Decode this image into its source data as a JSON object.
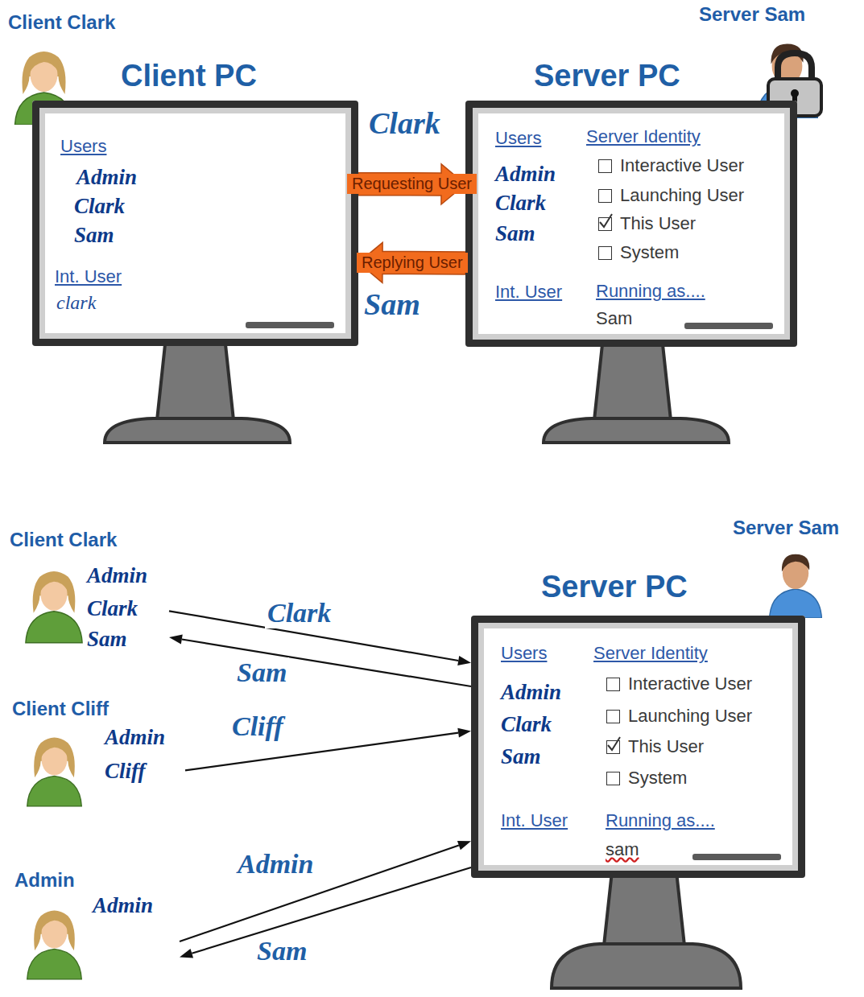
{
  "diagram": {
    "nodes": [
      {
        "text": [
          "Client PC",
          "Users",
          "Admin",
          "Clark",
          "Sam",
          "Int. User",
          "clark"
        ]
      },
      {
        "text": [
          "Server PC",
          "Users",
          "Admin",
          "Clark",
          "Sam",
          "Server Identity",
          "Interactive User",
          "Launching User",
          "This User",
          "System",
          "Int. User",
          "Running as....",
          "Sam"
        ]
      },
      {
        "text": [
          "Client Clark",
          "Admin",
          "Clark",
          "Sam"
        ]
      },
      {
        "text": [
          "Client Cliff",
          "Admin",
          "Cliff"
        ]
      },
      {
        "text": [
          "Admin",
          "Admin"
        ]
      },
      {
        "text": [
          "Server PC",
          "Users",
          "Admin",
          "Clark",
          "Sam",
          "Server Identity",
          "Interactive User",
          "Launching User",
          "This User",
          "System",
          "Int. User",
          "Running as....",
          "sam"
        ]
      }
    ],
    "edges": [
      {
        "from": 0,
        "to": 1,
        "arrow": "to",
        "label": "Requesting User"
      },
      {
        "from": 1,
        "to": 0,
        "arrow": "to",
        "label": "Replying User"
      },
      {
        "from": 2,
        "to": 5,
        "arrow": "to",
        "label": "Clark"
      },
      {
        "from": 5,
        "to": 2,
        "arrow": "to",
        "label": "Sam"
      },
      {
        "from": 3,
        "to": 5,
        "arrow": "to",
        "label": "Cliff"
      },
      {
        "from": 4,
        "to": 5,
        "arrow": "to",
        "label": "Admin"
      },
      {
        "from": 5,
        "to": 4,
        "arrow": "to",
        "label": "Sam"
      }
    ],
    "labels": [
      "Client Clark",
      "Server Sam",
      "Clark",
      "Sam",
      "Server Sam"
    ]
  }
}
